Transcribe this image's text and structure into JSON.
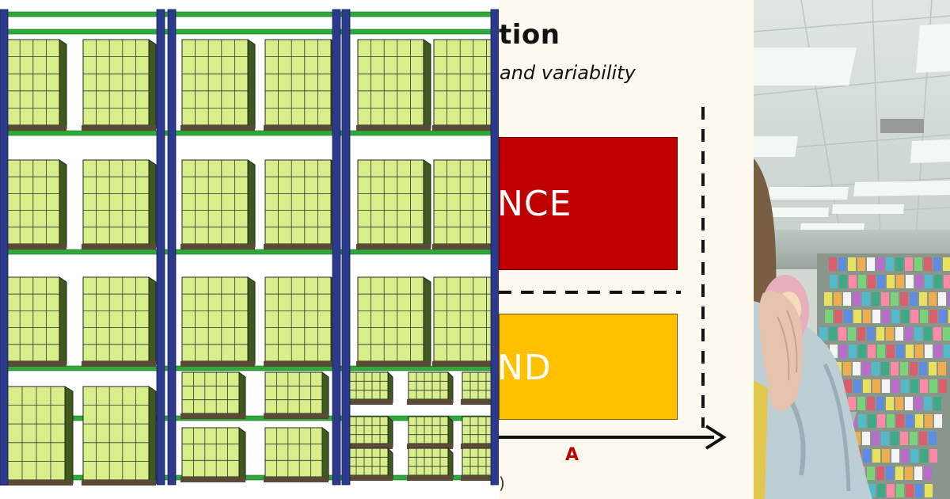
{
  "slide": {
    "title_fragment": "tion",
    "subtitle_fragment": "and variability",
    "top_box_text_fragment": "NCE",
    "bottom_box_text_fragment": "ND",
    "axis_label": "A",
    "corner_glyph": ")"
  },
  "colors": {
    "rack_upright": "#2c3a8c",
    "rack_beam": "#2fa83a",
    "box_fill": "#d8ee8a",
    "box_dark": "#3f5a1e",
    "pallet": "#5a4a35",
    "slide_bg": "#fdf9ef",
    "red_box": "#c00000",
    "yellow_box": "#ffc000"
  },
  "icons": {
    "x_axis": "arrow-right-icon",
    "y_axis": "dashed-vertical-line",
    "divider": "dashed-horizontal-line"
  }
}
